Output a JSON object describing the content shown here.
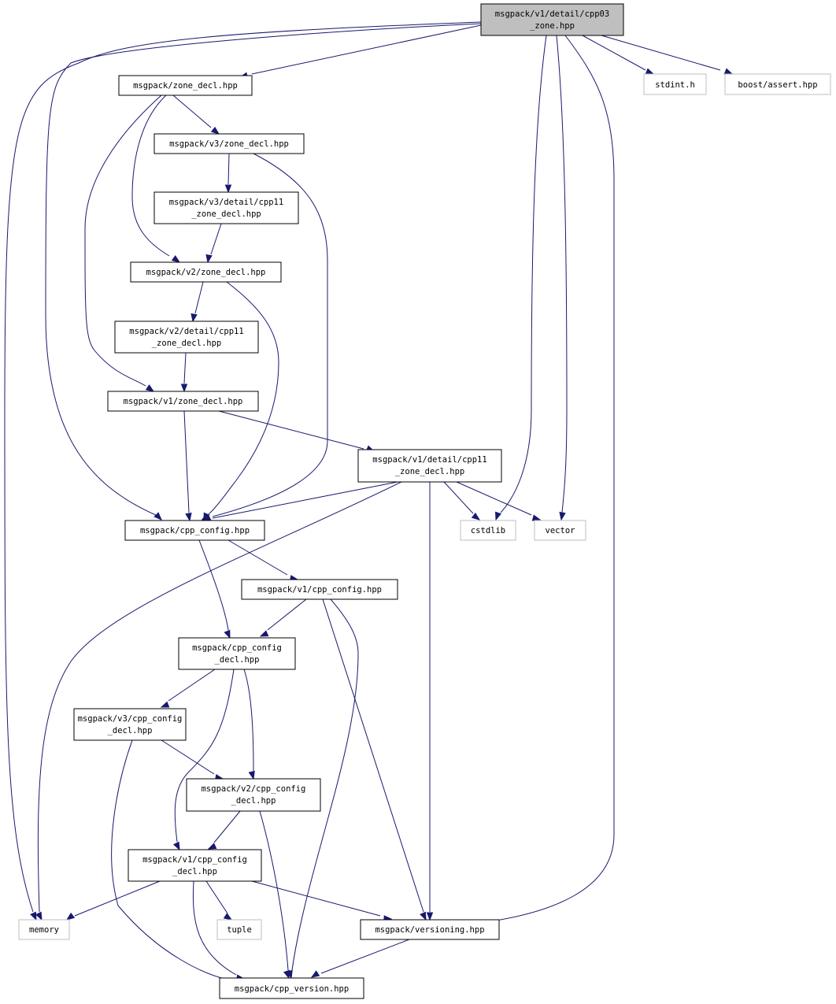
{
  "nodes": {
    "root": {
      "lines": [
        "msgpack/v1/detail/cpp03",
        "_zone.hpp"
      ]
    },
    "zone_decl": {
      "lines": [
        "msgpack/zone_decl.hpp"
      ]
    },
    "v3_zone_decl": {
      "lines": [
        "msgpack/v3/zone_decl.hpp"
      ]
    },
    "v3_cpp11_zone_decl": {
      "lines": [
        "msgpack/v3/detail/cpp11",
        "_zone_decl.hpp"
      ]
    },
    "v2_zone_decl": {
      "lines": [
        "msgpack/v2/zone_decl.hpp"
      ]
    },
    "v2_cpp11_zone_decl": {
      "lines": [
        "msgpack/v2/detail/cpp11",
        "_zone_decl.hpp"
      ]
    },
    "v1_zone_decl": {
      "lines": [
        "msgpack/v1/zone_decl.hpp"
      ]
    },
    "v1_cpp11_zone_decl": {
      "lines": [
        "msgpack/v1/detail/cpp11",
        "_zone_decl.hpp"
      ]
    },
    "cpp_config": {
      "lines": [
        "msgpack/cpp_config.hpp"
      ]
    },
    "v1_cpp_config": {
      "lines": [
        "msgpack/v1/cpp_config.hpp"
      ]
    },
    "cpp_config_decl": {
      "lines": [
        "msgpack/cpp_config",
        "_decl.hpp"
      ]
    },
    "v3_cpp_config_decl": {
      "lines": [
        "msgpack/v3/cpp_config",
        "_decl.hpp"
      ]
    },
    "v2_cpp_config_decl": {
      "lines": [
        "msgpack/v2/cpp_config",
        "_decl.hpp"
      ]
    },
    "v1_cpp_config_decl": {
      "lines": [
        "msgpack/v1/cpp_config",
        "_decl.hpp"
      ]
    },
    "versioning": {
      "lines": [
        "msgpack/versioning.hpp"
      ]
    },
    "cpp_version": {
      "lines": [
        "msgpack/cpp_version.hpp"
      ]
    },
    "stdint": {
      "lines": [
        "stdint.h"
      ]
    },
    "boost_assert": {
      "lines": [
        "boost/assert.hpp"
      ]
    },
    "cstdlib": {
      "lines": [
        "cstdlib"
      ]
    },
    "vector": {
      "lines": [
        "vector"
      ]
    },
    "memory": {
      "lines": [
        "memory"
      ]
    },
    "tuple": {
      "lines": [
        "tuple"
      ]
    }
  },
  "colors": {
    "edge": "#191970",
    "root_fill": "#bfbfbf",
    "external_border": "#bfbfbf",
    "node_border": "#000000"
  }
}
